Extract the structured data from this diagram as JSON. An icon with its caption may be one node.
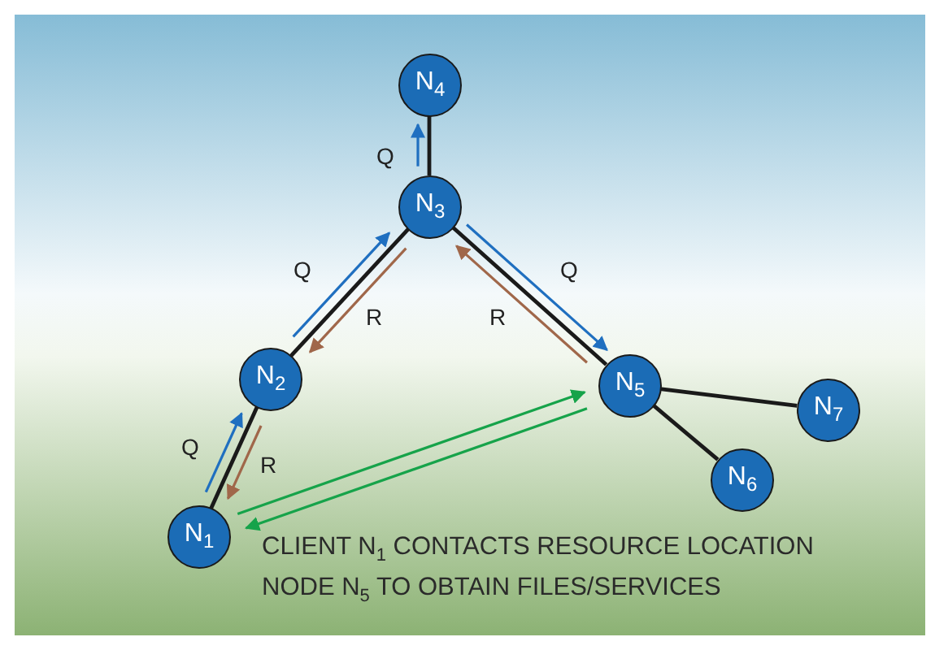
{
  "diagram": {
    "nodes": [
      {
        "text": [
          "N$_{1}$"
        ]
      },
      {
        "text": [
          "N$_{2}$"
        ]
      },
      {
        "text": [
          "N$_{3}$"
        ]
      },
      {
        "text": [
          "N$_{4}$"
        ]
      },
      {
        "text": [
          "N$_{5}$"
        ]
      },
      {
        "text": [
          "N$_{6}$"
        ]
      },
      {
        "text": [
          "N$_{7}$"
        ]
      }
    ],
    "edges": [
      {
        "from": 0,
        "to": 1,
        "arrow": "none"
      },
      {
        "from": 1,
        "to": 2,
        "arrow": "none"
      },
      {
        "from": 2,
        "to": 3,
        "arrow": "none"
      },
      {
        "from": 2,
        "to": 4,
        "arrow": "none"
      },
      {
        "from": 4,
        "to": 5,
        "arrow": "none"
      },
      {
        "from": 4,
        "to": 6,
        "arrow": "none"
      },
      {
        "from": 0,
        "to": 1,
        "arrow": "to",
        "label": "Q",
        "color": "#1f6fc0"
      },
      {
        "from": 1,
        "to": 0,
        "arrow": "to",
        "label": "R",
        "color": "#a0674a"
      },
      {
        "from": 1,
        "to": 2,
        "arrow": "to",
        "label": "Q",
        "color": "#1f6fc0"
      },
      {
        "from": 2,
        "to": 1,
        "arrow": "to",
        "label": "R",
        "color": "#a0674a"
      },
      {
        "from": 2,
        "to": 3,
        "arrow": "to",
        "label": "Q",
        "color": "#1f6fc0"
      },
      {
        "from": 2,
        "to": 4,
        "arrow": "to",
        "label": "Q",
        "color": "#1f6fc0"
      },
      {
        "from": 4,
        "to": 2,
        "arrow": "to",
        "label": "R",
        "color": "#a0674a"
      },
      {
        "from": 0,
        "to": 4,
        "arrow": "to",
        "color": "#16a34a"
      },
      {
        "from": 4,
        "to": 0,
        "arrow": "to",
        "color": "#16a34a"
      }
    ],
    "labels": [
      "CLIENT N$_{1}$ CONTACTS RESOURCE LOCATION NODE N$_{5}$ TO OBTAIN FILES/SERVICES"
    ]
  }
}
